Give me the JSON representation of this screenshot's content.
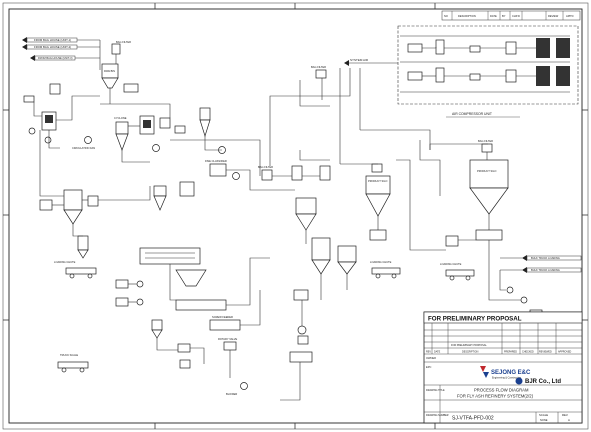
{
  "revision_header": {
    "columns": [
      "NO",
      "DESCRIPTION",
      "DATE",
      "BY",
      "CHK'D",
      "REVIEW",
      "APP'D"
    ]
  },
  "inlets": {
    "line1": "FROM BAG HOUSE (UNIT-1)",
    "line2": "FROM BAG HOUSE (UNIT-2)",
    "line3": "FROM BAG HOUSE (UNIT-3)"
  },
  "system_label": "SYSTEM AIR",
  "air_compressor_unit": "AIR COMPRESSOR UNIT",
  "labels": {
    "bag_filter_1": "BAG FILTER",
    "bag_filter_2": "BAG FILTER",
    "bag_filter_3": "BAG FILTER",
    "bag_filter_4": "BAG FILTER",
    "raw_bin": "RAW BIN",
    "cyclone": "CYCLONE",
    "circulation_fan": "CIRCULATION FAN",
    "fine_classifier": "FINE CLASSIFIER",
    "product_silo_1": "PRODUCT SILO",
    "product_silo_2": "PRODUCT SILO",
    "loading_chute_1": "LOADING CHUTE",
    "loading_chute_2": "LOADING CHUTE",
    "loading_chute_3": "LOADING CHUTE",
    "truck_scale": "TRUCK SCALE",
    "screw_feeder": "SCREW FEEDER",
    "rotary_valve": "ROTARY VALVE",
    "blower": "BLOWER",
    "bulk_truck_1": "BULK TRUCK LOADING",
    "bulk_truck_2": "BULK TRUCK LOADING",
    "air_compressor": "AIR COMPRESSOR"
  },
  "title_block": {
    "proposal": "FOR PRELIMINARY PROPOSAL",
    "rev_row_desc": "FOR PRELIMINARY PROPOSAL",
    "rev_cols": [
      "REV",
      "DATE",
      "DESCRIPTION",
      "PREPARED",
      "CHECKED",
      "REVIEWED",
      "APPROVED"
    ],
    "owner_label": "OWNER",
    "epc_label": "EPC",
    "drawing_title_label": "DRAWING TITLE",
    "drawing_no_label": "DRAWING NUMBER",
    "company1": "SEJONG E&C",
    "company1_sub": "Engineering & Construction",
    "company2": "BJR Co., Ltd",
    "title_line1": "PROCESS FLOW DIAGRAM",
    "title_line2": "FOR FLY ASH REFINERY SYSTEM(2/2)",
    "drawing_number": "SJ-VTFA-PFD-002",
    "scale_label": "SCALE",
    "scale_value": "NONE",
    "rev_label": "REV.",
    "rev_value": "A"
  },
  "colors": {
    "line": "#333333",
    "logo_blue": "#1a3f8f",
    "logo_red": "#c0282d"
  }
}
